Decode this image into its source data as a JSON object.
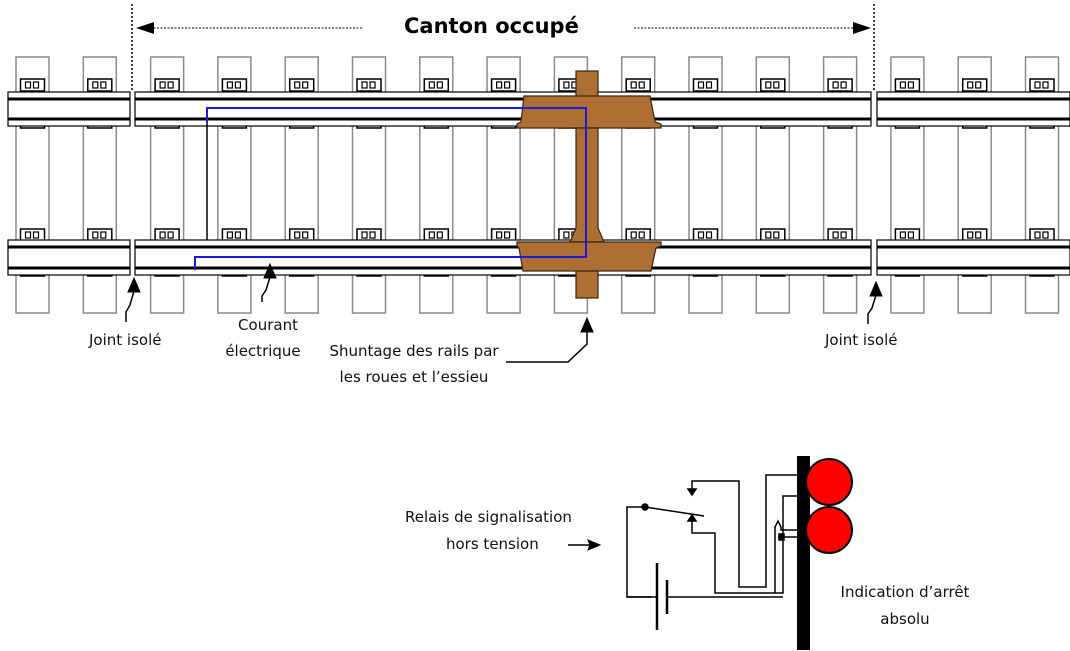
{
  "title": "Canton occupé",
  "labels": {
    "joint_left": "Joint isolé",
    "joint_right": "Joint isolé",
    "courant_line1": "Courant",
    "courant_line2": "électrique",
    "shunt_line1": "Shuntage des rails par",
    "shunt_line2": "les roues et l’essieu",
    "relais_line1": "Relais de signalisation",
    "relais_line2": "hors tension",
    "indication_line1": "Indication d’arrêt",
    "indication_line2": "absolu"
  },
  "icons": {
    "track": "railway-track-icon",
    "wheelset": "wheelset-icon",
    "relay": "relay-switch-icon",
    "battery": "battery-icon",
    "signal": "signal-lights-icon"
  },
  "colors": {
    "sleeper": "#8a8a8a",
    "rail": "#000000",
    "current": "#1a1adc",
    "wheelset": "#ae6f32",
    "signal_lamp": "#ff0000",
    "signal_mast": "#000000"
  },
  "signal": {
    "lamps_lit": 2,
    "lamp_state": "red"
  }
}
